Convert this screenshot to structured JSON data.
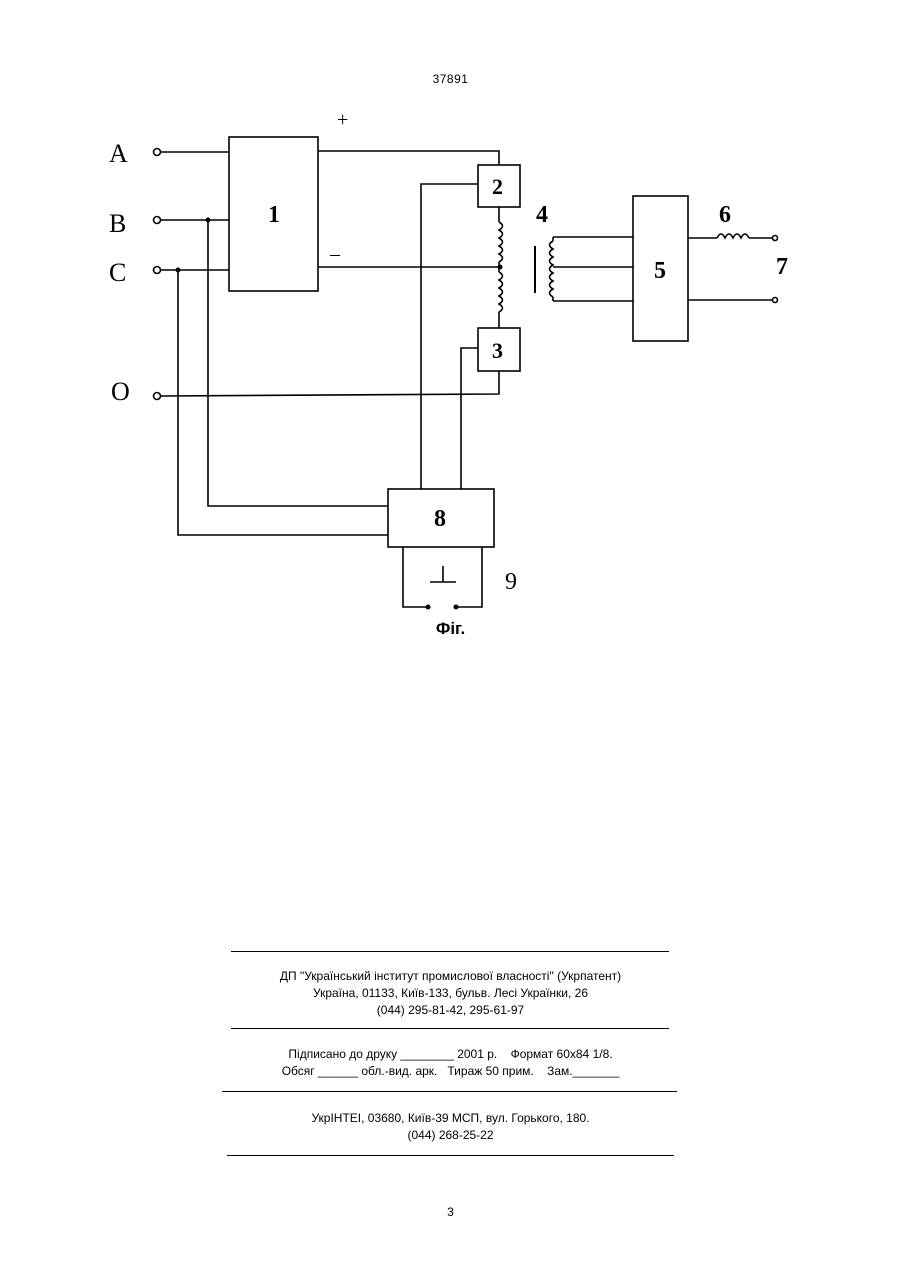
{
  "header": {
    "patent_number": "37891"
  },
  "figure": {
    "terminals": [
      "A",
      "B",
      "C",
      "O"
    ],
    "block_labels": [
      "1",
      "2",
      "3",
      "5",
      "8"
    ],
    "component_labels": [
      "4",
      "6",
      "7",
      "9"
    ],
    "polarity_plus": "+",
    "polarity_minus": "–",
    "caption": "Фіг."
  },
  "footer": {
    "publisher_line1": "ДП \"Український інститут промислової власності\" (Укрпатент)",
    "publisher_line2": "Україна, 01133, Київ-133, бульв. Лесі Українки, 26",
    "publisher_line3": "(044) 295-81-42, 295-61-97",
    "print_line1": "Підписано до друку ________ 2001 р.    Формат 60х84 1/8.",
    "print_line2": "Обсяг ______ обл.-вид. арк.   Тираж 50 прим.    Зам._______",
    "printer_line1": "УкрІНТЕІ, 03680, Київ-39 МСП, вул. Горького, 180.",
    "printer_line2": "(044) 268-25-22"
  },
  "page": {
    "number": "3"
  }
}
